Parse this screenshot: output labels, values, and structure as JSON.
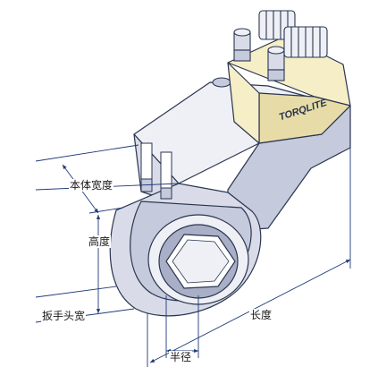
{
  "labels": {
    "body_width": "本体宽度",
    "height": "高度",
    "head_width": "扳手头宽",
    "length": "长度",
    "radius": "半径"
  },
  "brand": "TORQLITE",
  "colors": {
    "outline": "#2a3550",
    "body_top": "#eef0f6",
    "body_side": "#c5cadc",
    "body_front": "#d9dce8",
    "body_dark": "#a9afc7",
    "cylinder": "#f5eec7",
    "cylinder_shade": "#e7dca7",
    "dim_line": "#1f3a7a"
  }
}
